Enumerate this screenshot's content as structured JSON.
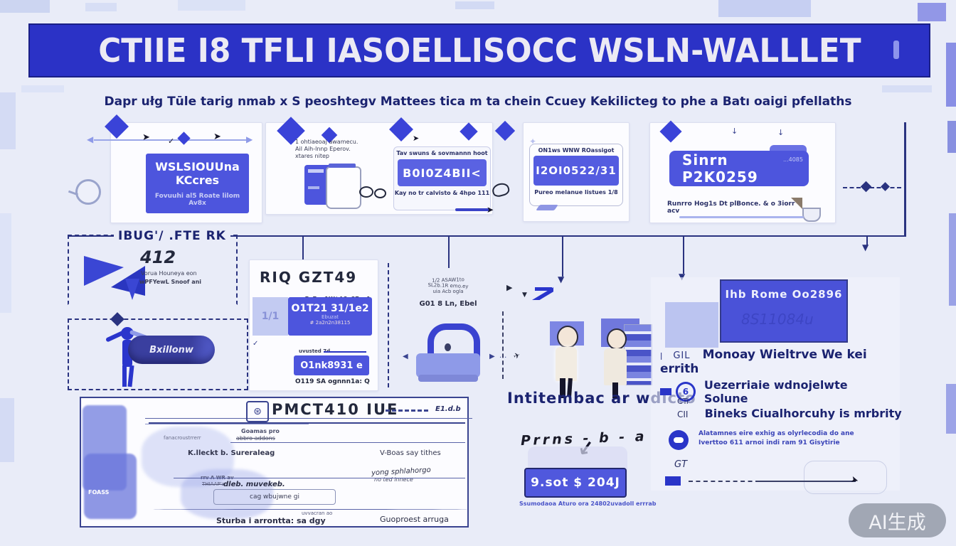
{
  "colors": {
    "banner_blue": "#2b32c6",
    "card_blue": "#4d55dd",
    "navy": "#1b2370"
  },
  "banner": {
    "title": "CTIIE I8 TFLI IASOELLISOCC WSLN-WALLLET"
  },
  "subtitle": {
    "text": "Dapr ułg Tūle tarig nmab x S peoshtegv Mattees tica m ta  chein Ccuey Kekilicteg to phe a Batı oaigi pfellaths"
  },
  "cards": {
    "card1": {
      "title": "WSLSIOUUna KCcres",
      "subtitle": "Fovuuhi al5 Roate lilom Av8x"
    },
    "card2": {
      "note1": "1 ohtiaeoaj awamecu.",
      "note2": "Ail Aih-lnnp Eperov.",
      "note3": "xtares nitep",
      "header": "Tav swuns & sovmannn hoot",
      "value": "B0I0Z4BII<",
      "footer": "Kay no tr calvisto & 4hpo 111"
    },
    "card3": {
      "header": "ON1ws WNW ROassigot",
      "value": "I2OI0522/31",
      "footer": "Pureo melanue listues 1/8"
    },
    "card4": {
      "value": "Sinrn P2K0259",
      "tag": "...4085",
      "footer": "Runrro Hog1s Dt plBonce. & o 3iorr acv"
    }
  },
  "mid_left": {
    "header": "IBUG'/ .FTE RK",
    "big": "412",
    "line1": "Vorua Houneya eon",
    "line2": "wPFYewL Snoof ani"
  },
  "person": {
    "button": "Bxillonw"
  },
  "mid_card": {
    "title": "RIQ GZT49",
    "sub": "Pv7a. 1W/ A8a87va1",
    "cell": "1/1",
    "band1": "O1T21 31/1e2",
    "band1_sub": "Ebuzat",
    "band1_note": "# 2a2n2n38115",
    "mid_note": "uvusted 7d",
    "band2": "O1nk8931 e",
    "footer": "O119 SA ognnn1a: Q"
  },
  "lock_col": {
    "l1": "1/2 ASAW1to",
    "l2": "SL2b.1R emo.ey",
    "l3": "uia Acb ogla",
    "l4": "G01 8 Ln, Ebel"
  },
  "figures": {
    "caption": "Intitembac ar wdlcto"
  },
  "right_panel": {
    "box_title": "Ihb Rome Oo2896",
    "scribble": "8S11084u",
    "bullets": [
      {
        "prefix": "GIL",
        "text": "Monoay Wieltrve We kei errith"
      },
      {
        "icon": "6",
        "text": "Uezerriaie wdnojelwte Solune",
        "sub": "CTr"
      },
      {
        "prefix": "CII",
        "text": "Bineks Ciualhorcuhy is mrbrity"
      },
      {
        "line1": "Alatamnes eire exhig as olyrlecodia do ane",
        "line2": "Iverttoo 611 arnoi indi ram 91 Gisytirie",
        "sub": "GT"
      }
    ]
  },
  "bottom_left": {
    "title": "PMCT410 IUE",
    "corner": "E1.d.b",
    "sub1": "Goamas pro",
    "sub2": "abbro addons",
    "col_left": "K.lleckt b. Sureraleag",
    "col_right": "V-Boas say tithes",
    "faint1": "fanacroustrrerr",
    "faint2": "rrv A WR av",
    "faint3": "THIAAP'a",
    "blob_label": "FOASS",
    "hand1": "dleb. muvekeb.",
    "hand2": "cag wbujwne gi",
    "right1": "yong sphlahorgo",
    "right2": "no ted innece",
    "tiny": "uvvacran ao",
    "foot_left": "Sturba i arrontta: sa dgy",
    "foot_right": "Guoproest arruga"
  },
  "bottom_center": {
    "hand": "Prrns - b - a",
    "button": "9.sot $ 204J",
    "caption": "Ssumodaoa Aturo ora 24802uvadoll errrab"
  },
  "watermark": {
    "text": "AI生成"
  }
}
